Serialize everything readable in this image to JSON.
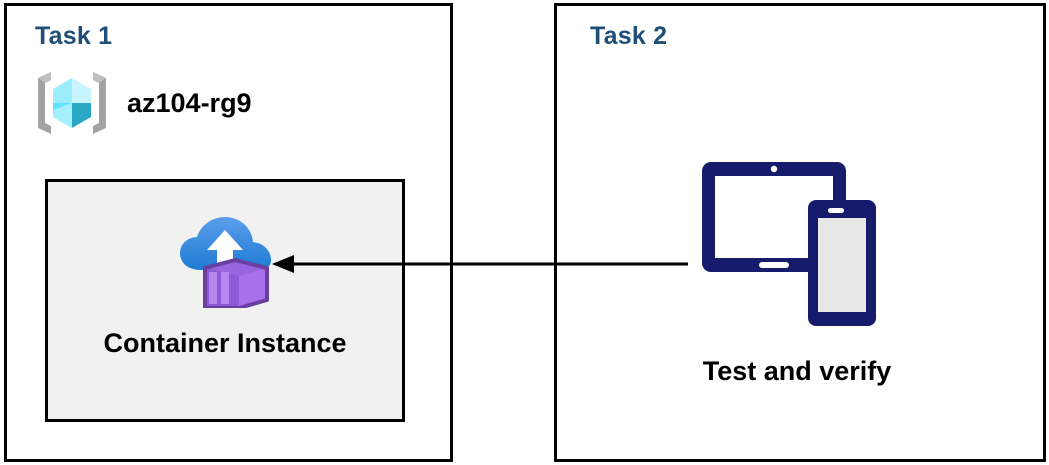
{
  "diagram": {
    "title": "Azure Container Instance task diagram",
    "background": "#ffffff",
    "border_color": "#000000",
    "title_color": "#1F4E79",
    "panel_fill": "#F1F1F1"
  },
  "panels": [
    {
      "id": "task1",
      "title": "Task 1",
      "resource_group": {
        "icon": "resource-group-icon",
        "label": "az104-rg9"
      },
      "resource": {
        "icon": "container-instance-icon",
        "label": "Container Instance"
      }
    },
    {
      "id": "task2",
      "title": "Task 2",
      "device": {
        "icon": "devices-tablet-phone-icon",
        "label": "Test and verify"
      }
    }
  ],
  "connector": {
    "name": "flow-arrow",
    "direction": "right-to-left",
    "from": "Test and verify",
    "to": "Container Instance",
    "color": "#000000"
  },
  "colors": {
    "title_blue": "#1F4E79",
    "cube_cyan": "#50E6FF",
    "cube_cyan_dark": "#2AA8C4",
    "bracket_gray": "#A3A3A3",
    "cloud_blue_light": "#4F96E8",
    "cloud_blue_dark": "#1E7BD4",
    "container_purple": "#A970EC",
    "container_purple_dark": "#6B3FA0",
    "device_navy": "#161B6B",
    "screen_gray": "#E8E8E8"
  }
}
